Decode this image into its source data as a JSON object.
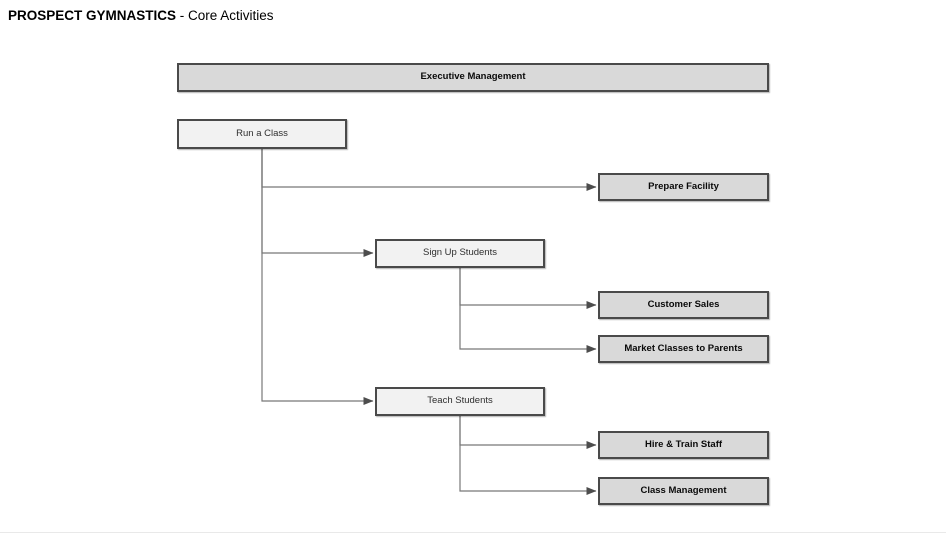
{
  "page": {
    "title_brand": "PROSPECT GYMNASTICS",
    "title_rest": " - Core Activities"
  },
  "diagram": {
    "nodes": [
      {
        "id": "executive-management",
        "label": "Executive Management",
        "style": "primary"
      },
      {
        "id": "run-a-class",
        "label": "Run a Class",
        "style": "secondary"
      },
      {
        "id": "prepare-facility",
        "label": "Prepare Facility",
        "style": "primary"
      },
      {
        "id": "sign-up-students",
        "label": "Sign Up Students",
        "style": "secondary"
      },
      {
        "id": "customer-sales",
        "label": "Customer Sales",
        "style": "primary"
      },
      {
        "id": "market-classes-to-parents",
        "label": "Market Classes to Parents",
        "style": "primary"
      },
      {
        "id": "teach-students",
        "label": "Teach Students",
        "style": "secondary"
      },
      {
        "id": "hire-and-train-staff",
        "label": "Hire & Train Staff",
        "style": "primary"
      },
      {
        "id": "class-management",
        "label": "Class Management",
        "style": "primary"
      }
    ],
    "edges": [
      {
        "from": "run-a-class",
        "to": "prepare-facility"
      },
      {
        "from": "run-a-class",
        "to": "sign-up-students"
      },
      {
        "from": "run-a-class",
        "to": "teach-students"
      },
      {
        "from": "sign-up-students",
        "to": "customer-sales"
      },
      {
        "from": "sign-up-students",
        "to": "market-classes-to-parents"
      },
      {
        "from": "teach-students",
        "to": "hire-and-train-staff"
      },
      {
        "from": "teach-students",
        "to": "class-management"
      }
    ],
    "colors": {
      "node_fill_primary": "#d9d9d9",
      "node_fill_secondary": "#f2f2f2",
      "node_border": "#4a4a4a",
      "connector": "#787878",
      "arrowhead": "#4d4d4d"
    }
  }
}
